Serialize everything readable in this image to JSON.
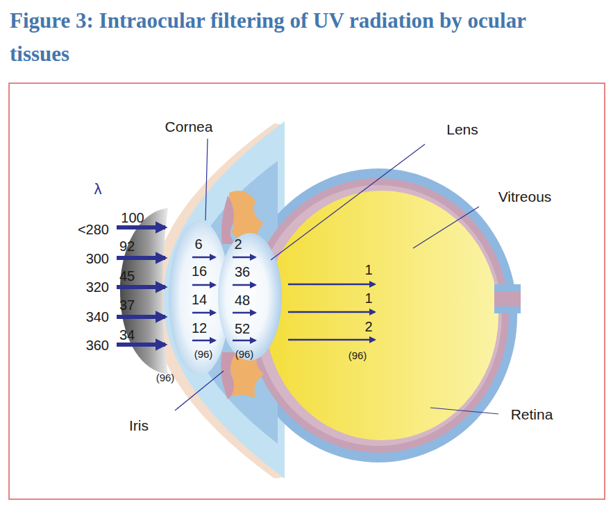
{
  "diagram": {
    "title": "Figure 3: Intraocular filtering of UV radiation by ocular tissues",
    "labels": [
      "Cornea",
      "Lens",
      "λ",
      "Vitreous",
      "<280",
      "100",
      "6",
      "2",
      "300",
      "92",
      "16",
      "36",
      "1",
      "320",
      "45",
      "14",
      "48",
      "1",
      "340",
      "37",
      "12",
      "52",
      "2",
      "360",
      "34",
      "(96)",
      "(96)",
      "(96)",
      "(96)",
      "Iris",
      "Retina"
    ]
  }
}
